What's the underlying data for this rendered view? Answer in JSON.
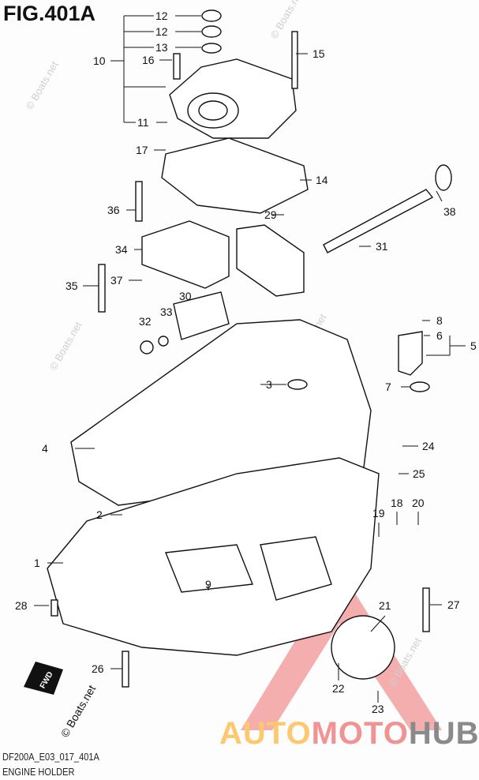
{
  "figure": {
    "title": "FIG.401A",
    "code": "DF200A_E03_017_401A",
    "name": "ENGINE HOLDER"
  },
  "watermarks": {
    "boats": "© Boats.net",
    "fwd": "FWD"
  },
  "brand": {
    "part1": "AUTO",
    "part2": "MOTO",
    "part3": "HUB",
    "colors": {
      "auto": "#fdc86e",
      "moto": "#f29393",
      "hub": "#8a8a8a"
    }
  },
  "callouts": [
    "12",
    "12",
    "13",
    "10",
    "16",
    "11",
    "17",
    "15",
    "14",
    "38",
    "36",
    "29",
    "34",
    "31",
    "35",
    "37",
    "30",
    "32",
    "33",
    "8",
    "6",
    "5",
    "3",
    "7",
    "4",
    "24",
    "25",
    "2",
    "18",
    "20",
    "19",
    "1",
    "9",
    "28",
    "27",
    "21",
    "26",
    "22",
    "23"
  ]
}
